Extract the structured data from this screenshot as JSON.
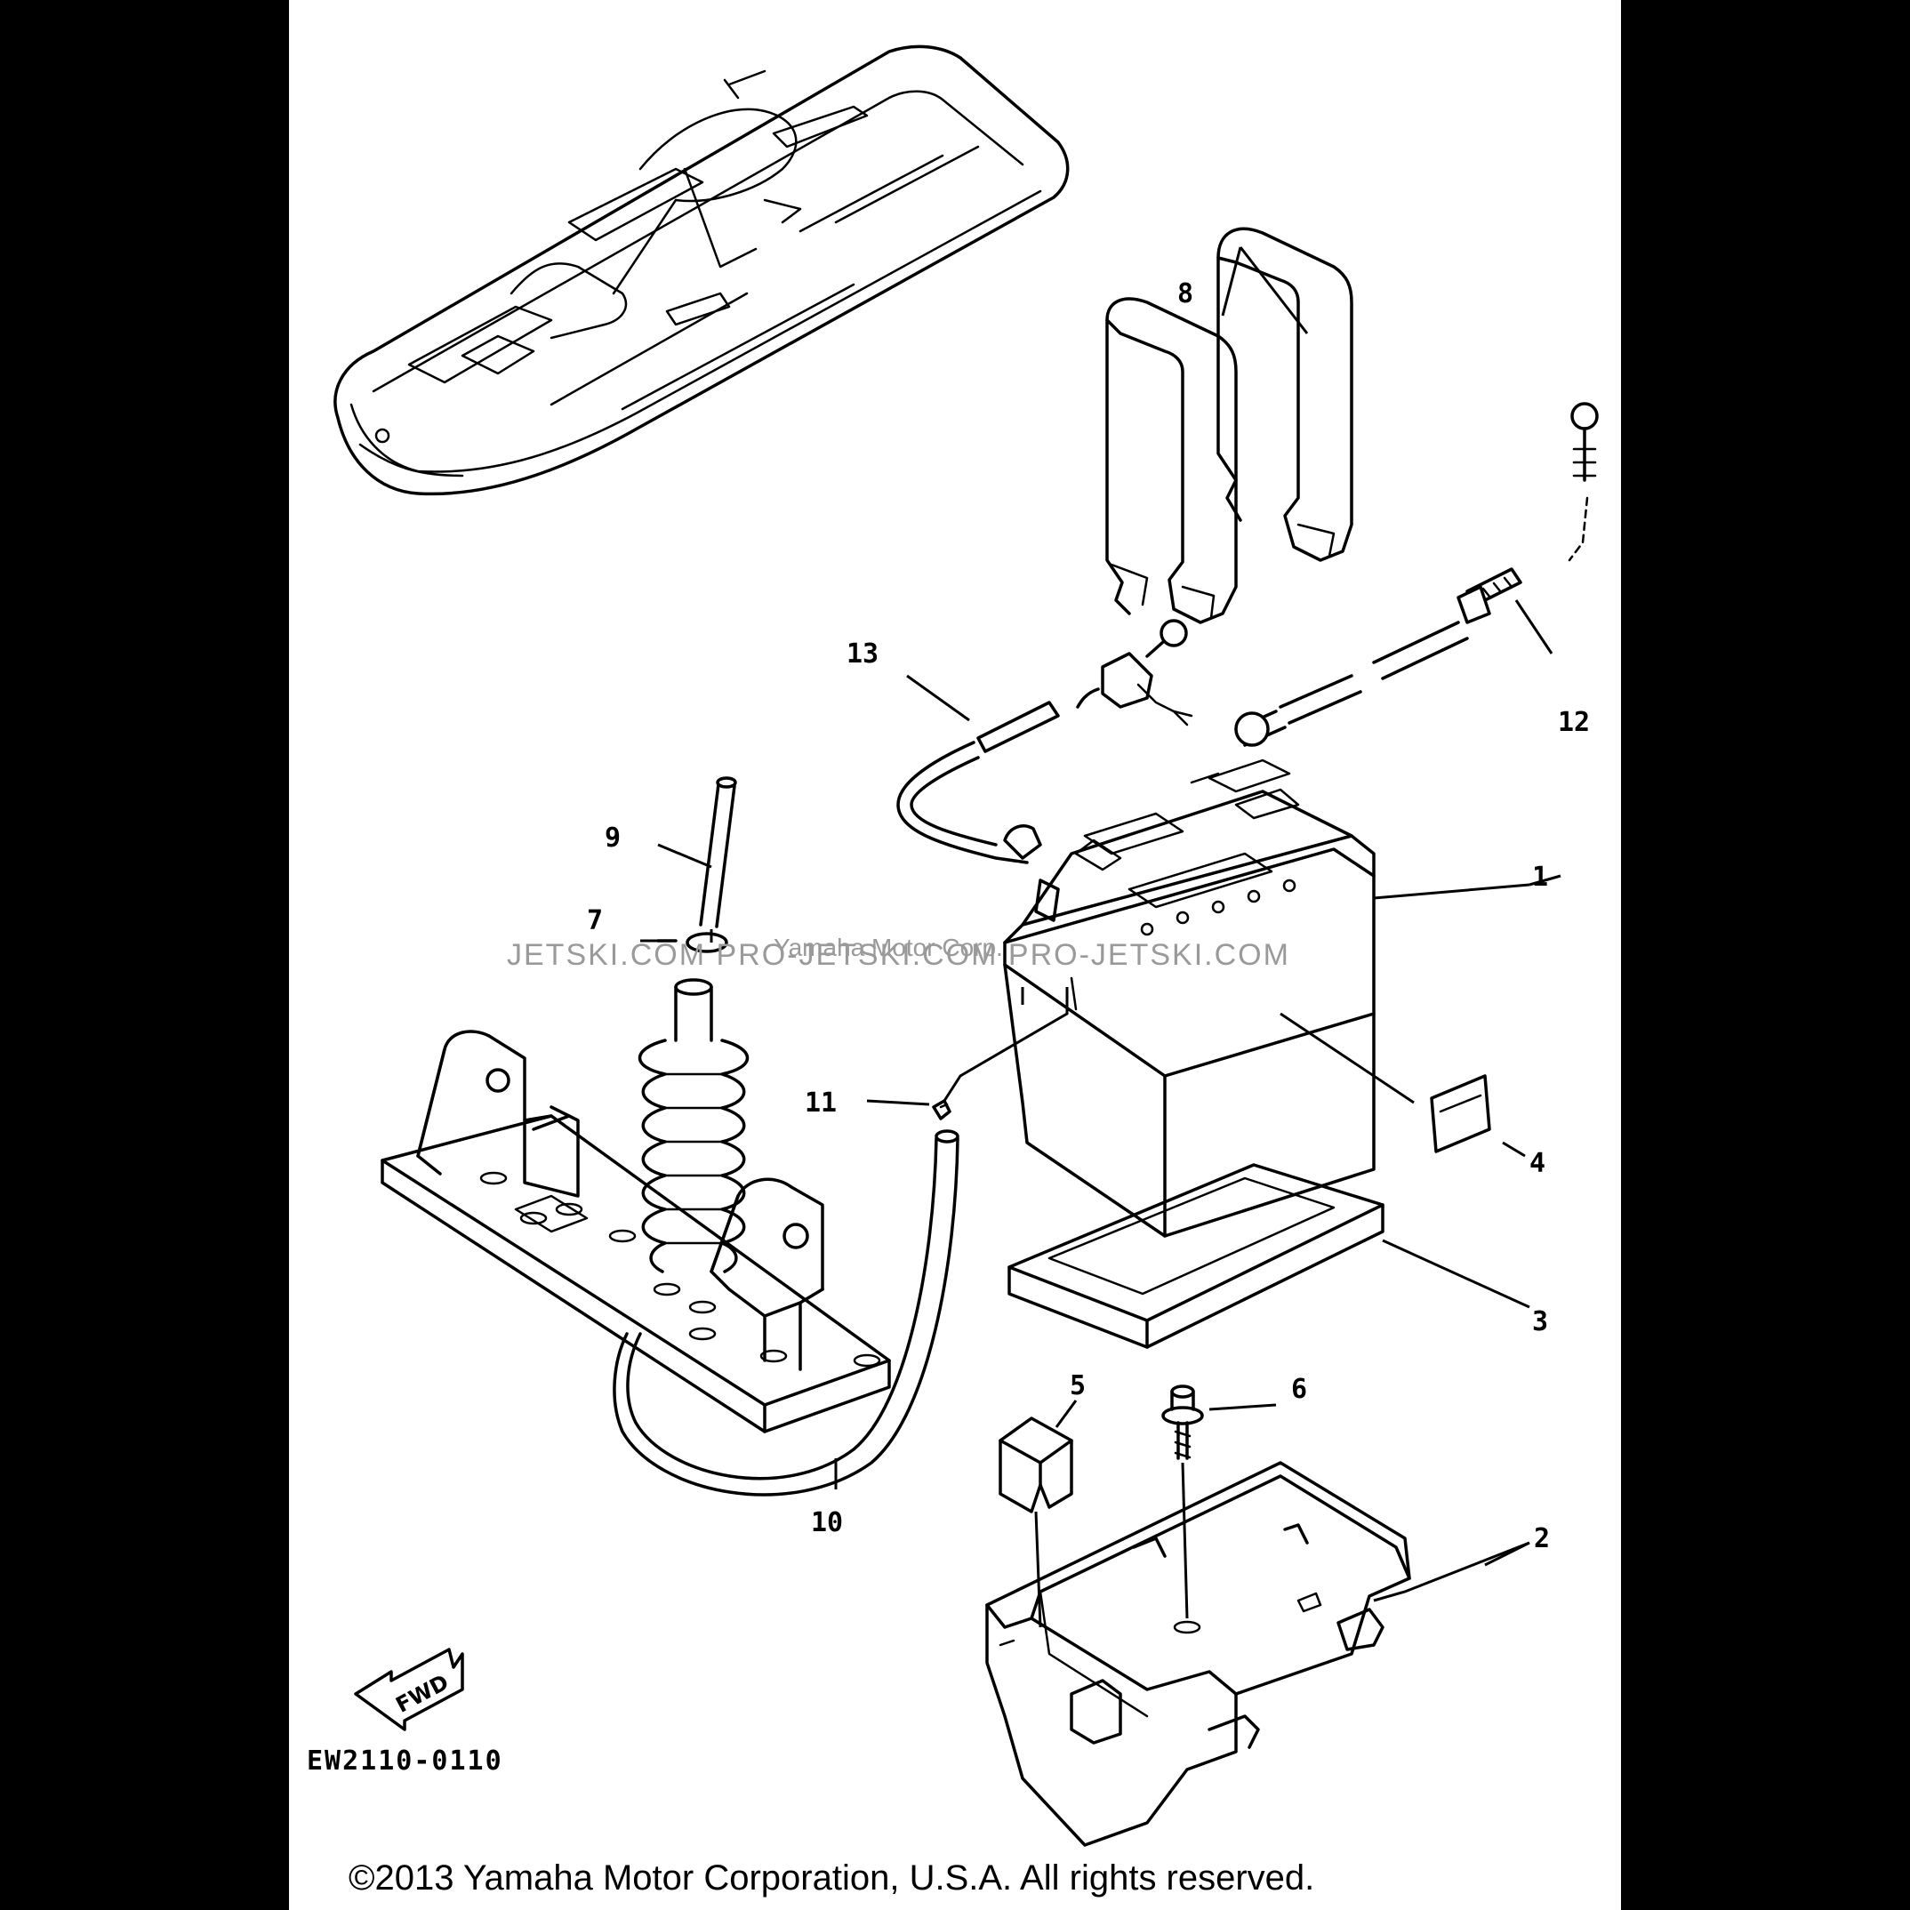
{
  "diagram": {
    "code": "EW2110-0110",
    "direction_label": "FWD",
    "copyright": "©2013 Yamaha Motor Corporation, U.S.A. All rights reserved.",
    "watermark": "JETSKI.COM  PRO-JETSKI.COM  PRO-JETSKI.COM",
    "watermark_center": "Yamaha Motor Corp.",
    "callouts": [
      {
        "id": "1",
        "label": "1",
        "part": "battery"
      },
      {
        "id": "2",
        "label": "2",
        "part": "battery-case"
      },
      {
        "id": "3",
        "label": "3",
        "part": "battery-pad"
      },
      {
        "id": "4",
        "label": "4",
        "part": "label"
      },
      {
        "id": "5",
        "label": "5",
        "part": "cap"
      },
      {
        "id": "6",
        "label": "6",
        "part": "bolt"
      },
      {
        "id": "7",
        "label": "7",
        "part": "o-ring"
      },
      {
        "id": "8",
        "label": "8",
        "part": "battery-bands"
      },
      {
        "id": "9",
        "label": "9",
        "part": "shaft"
      },
      {
        "id": "10",
        "label": "10",
        "part": "breather-hose"
      },
      {
        "id": "11",
        "label": "11",
        "part": "clip"
      },
      {
        "id": "12",
        "label": "12",
        "part": "positive-lead"
      },
      {
        "id": "13",
        "label": "13",
        "part": "negative-lead"
      }
    ]
  }
}
